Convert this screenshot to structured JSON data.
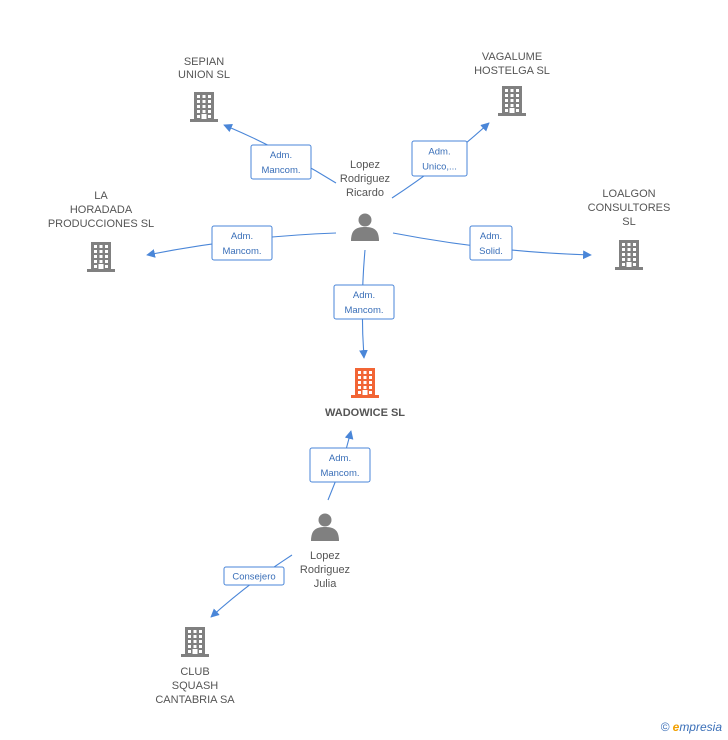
{
  "colors": {
    "edge": "#4a86d8",
    "company_icon": "#808080",
    "main_company_icon": "#f26535",
    "person_icon": "#808080",
    "label_text": "#555555"
  },
  "nodes": [
    {
      "id": "sepian",
      "kind": "company",
      "lines": [
        "SEPIAN",
        "UNION SL"
      ]
    },
    {
      "id": "vagalume",
      "kind": "company",
      "lines": [
        "VAGALUME",
        "HOSTELGA SL"
      ]
    },
    {
      "id": "horadada",
      "kind": "company",
      "lines": [
        "LA",
        "HORADADA",
        "PRODUCCIONES SL"
      ]
    },
    {
      "id": "loalgon",
      "kind": "company",
      "lines": [
        "LOALGON",
        "CONSULTORES",
        "SL"
      ]
    },
    {
      "id": "ricardo",
      "kind": "person",
      "lines": [
        "Lopez",
        "Rodriguez",
        "Ricardo"
      ]
    },
    {
      "id": "wadowice",
      "kind": "main",
      "lines": [
        "WADOWICE SL"
      ]
    },
    {
      "id": "julia",
      "kind": "person",
      "lines": [
        "Lopez",
        "Rodriguez",
        "Julia"
      ]
    },
    {
      "id": "club",
      "kind": "company",
      "lines": [
        "CLUB",
        "SQUASH",
        "CANTABRIA SA"
      ]
    }
  ],
  "edges": [
    {
      "from": "ricardo",
      "to": "sepian",
      "label": [
        "Adm.",
        "Mancom."
      ]
    },
    {
      "from": "ricardo",
      "to": "vagalume",
      "label": [
        "Adm.",
        "Unico,..."
      ]
    },
    {
      "from": "ricardo",
      "to": "horadada",
      "label": [
        "Adm.",
        "Mancom."
      ]
    },
    {
      "from": "ricardo",
      "to": "loalgon",
      "label": [
        "Adm.",
        "Solid."
      ]
    },
    {
      "from": "ricardo",
      "to": "wadowice",
      "label": [
        "Adm.",
        "Mancom."
      ]
    },
    {
      "from": "julia",
      "to": "wadowice",
      "label": [
        "Adm.",
        "Mancom."
      ]
    },
    {
      "from": "julia",
      "to": "club",
      "label": [
        "Consejero"
      ]
    }
  ],
  "footer": {
    "copyright": "©",
    "brand_initial": "e",
    "brand_rest": "mpresia"
  }
}
